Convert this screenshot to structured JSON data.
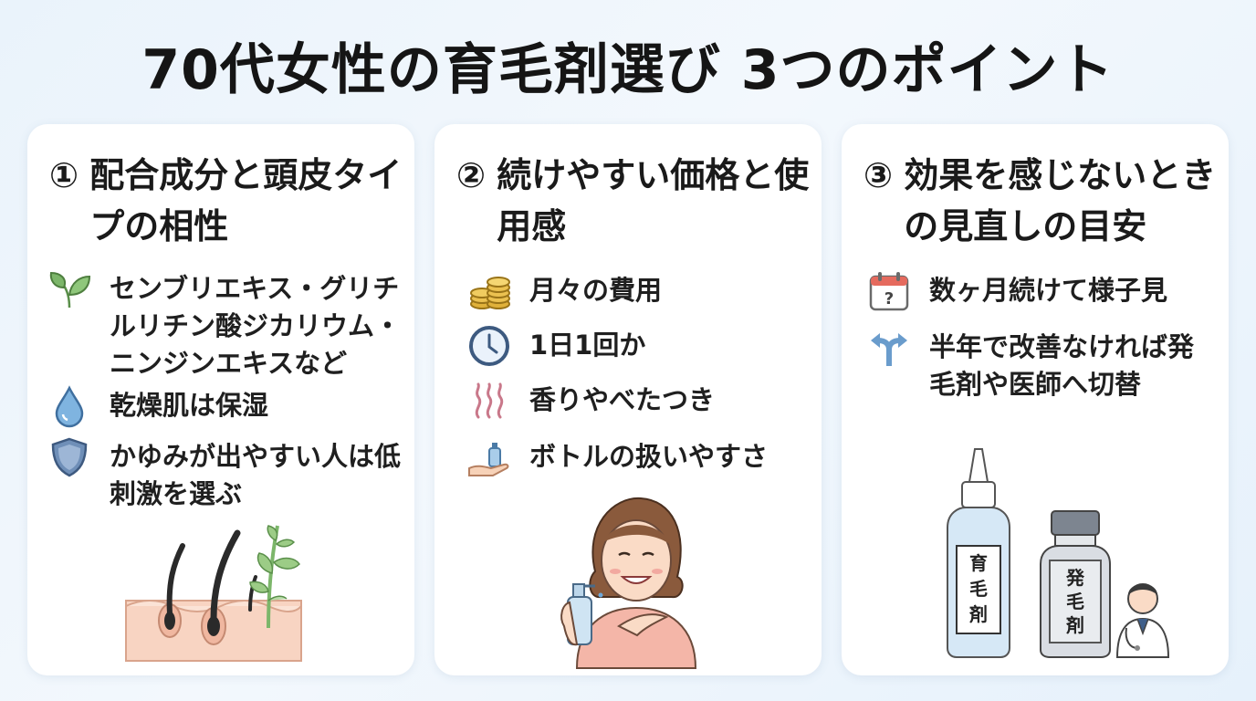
{
  "title": "70代女性の育毛剤選び 3つのポイント",
  "cards": [
    {
      "num": "①",
      "heading": "配合成分と頭皮タイプの相性",
      "items": [
        {
          "icon": "leaf-icon",
          "text": "センブリエキス・グリチルリチン酸ジカリウム・ニンジンエキスなど"
        },
        {
          "icon": "water-drop-icon",
          "text": "乾燥肌は保湿"
        },
        {
          "icon": "shield-icon",
          "text": "かゆみが出やすい人は低刺激を選ぶ"
        }
      ]
    },
    {
      "num": "②",
      "heading": "続けやすい価格と使用感",
      "items": [
        {
          "icon": "coins-icon",
          "text": "月々の費用"
        },
        {
          "icon": "clock-icon",
          "text": "1日1回か"
        },
        {
          "icon": "scent-icon",
          "text": "香りやべたつき"
        },
        {
          "icon": "bottle-hand-icon",
          "text": "ボトルの扱いやすさ"
        }
      ]
    },
    {
      "num": "③",
      "heading": "効果を感じないときの見直しの目安",
      "items": [
        {
          "icon": "calendar-question-icon",
          "text": "数ヶ月続けて様子見"
        },
        {
          "icon": "split-arrow-icon",
          "text": "半年で改善なければ発毛剤や医師へ切替"
        }
      ],
      "bottle_labels": [
        "育毛剤",
        "発毛剤"
      ]
    }
  ],
  "colors": {
    "accent_green": "#7cb66a",
    "accent_blue": "#6a9ccc",
    "coin_gold": "#e0b13a",
    "bottle_blue": "#d6e8f6",
    "bottle_gray": "#d9dde3"
  }
}
